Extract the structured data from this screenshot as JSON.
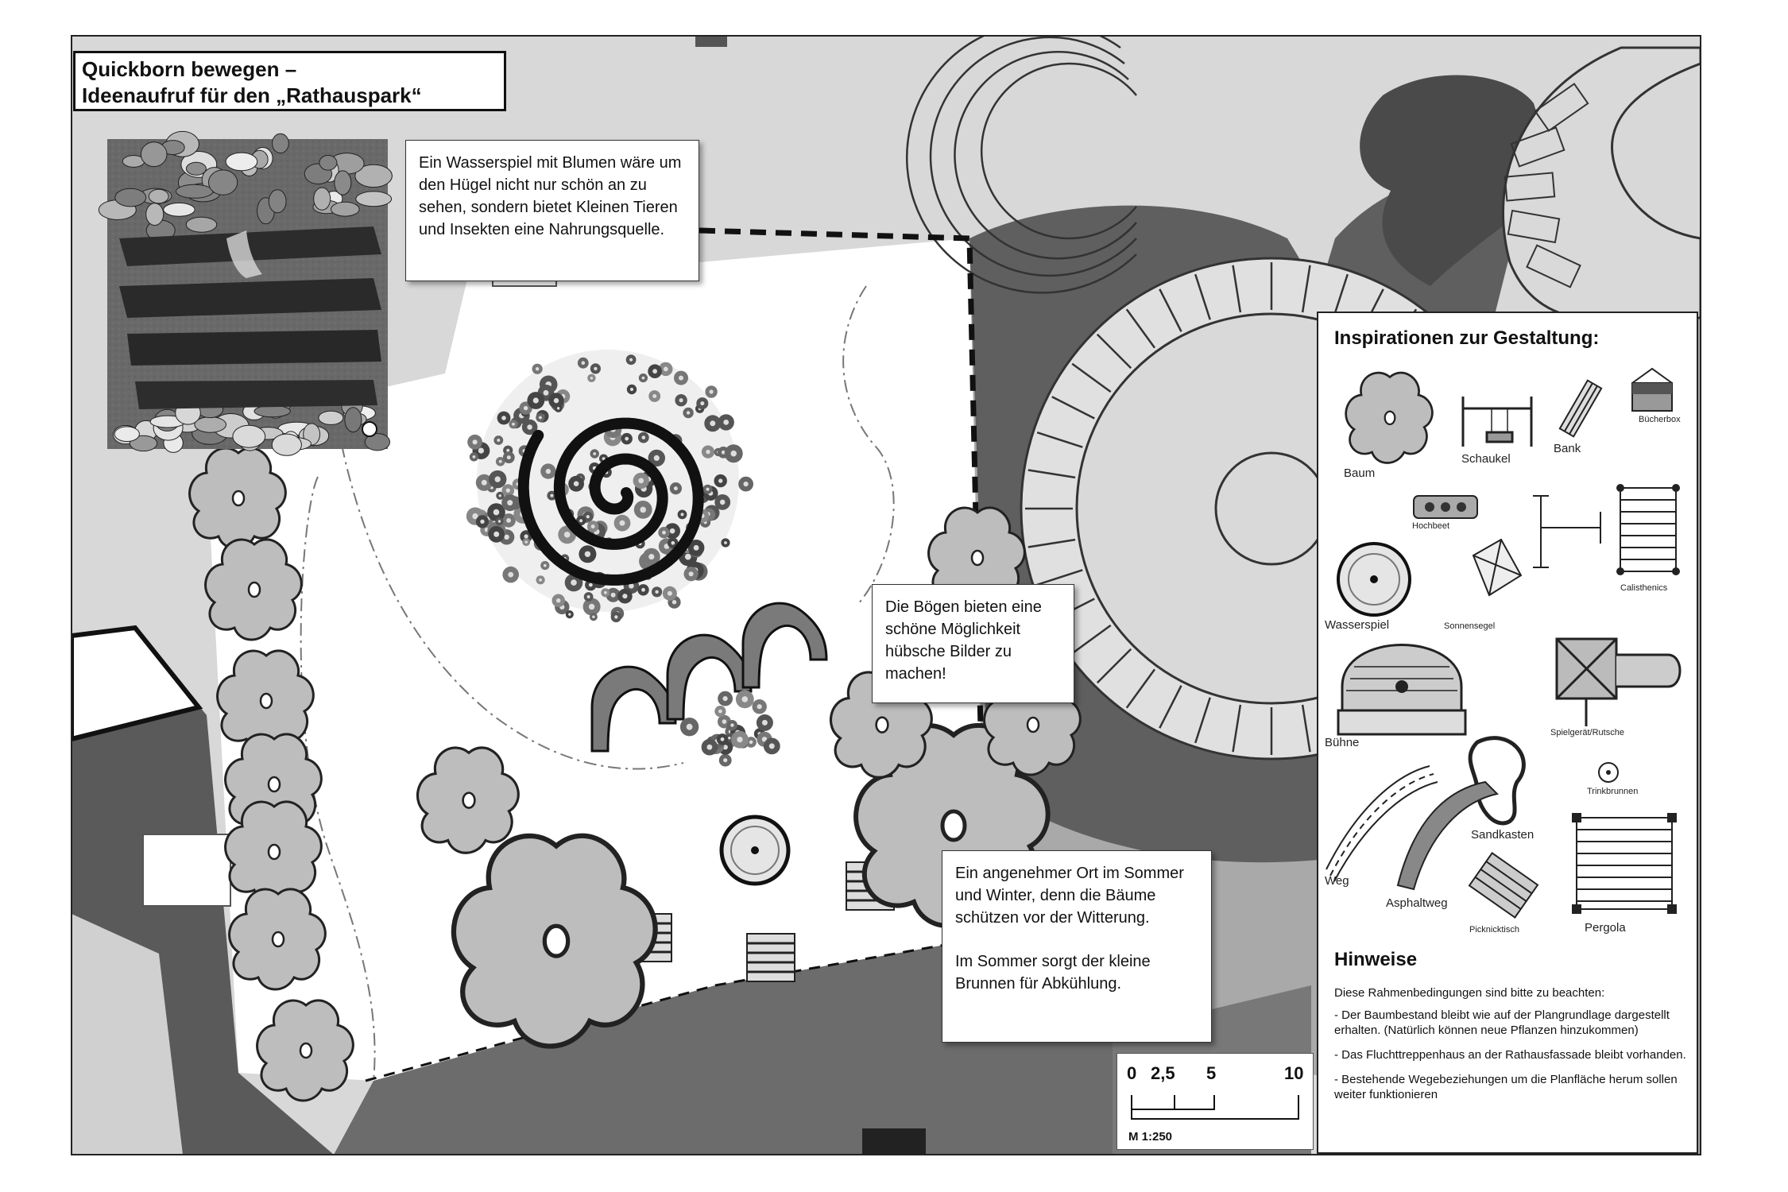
{
  "title": {
    "line1": "Quickborn bewegen –",
    "line2": "Ideenaufruf für den „Rathauspark“"
  },
  "notes": {
    "wasserspiel": "Ein Wasserspiel mit Blumen wäre um den Hügel nicht nur schön an zu sehen, sondern bietet Kleinen Tieren und Insekten eine Nahrungsquelle.",
    "boegen": "Die Bögen bieten eine schöne Möglichkeit hübsche Bilder zu machen!",
    "ort_p1": "Ein angenehmer Ort im Sommer und Winter, denn die Bäume schützen vor der Witterung.",
    "ort_p2": "Im Sommer sorgt der kleine Brunnen für Abkühlung."
  },
  "inspirationen": {
    "title": "Inspirationen zur Gestaltung:",
    "items": {
      "baum": "Baum",
      "schaukel": "Schaukel",
      "bank": "Bank",
      "buecherbox": "Bücherbox",
      "hochbeet": "Hochbeet",
      "calisthenics": "Calisthenics",
      "wasserspiel": "Wasserspiel",
      "sonnensegel": "Sonnensegel",
      "buehne": "Bühne",
      "spielgeraet": "Spielgerät/Rutsche",
      "trinkbrunnen": "Trinkbrunnen",
      "sandkasten": "Sandkasten",
      "weg": "Weg",
      "asphaltweg": "Asphaltweg",
      "picknicktisch": "Picknicktisch",
      "pergola": "Pergola"
    }
  },
  "hinweise": {
    "title": "Hinweise",
    "intro": "Diese Rahmenbedingungen sind bitte zu beachten:",
    "items": [
      "- Der Baumbestand bleibt wie auf der Plangrundlage dargestellt erhalten. (Natürlich können neue Pflanzen hinzukommen)",
      "- Das Fluchttreppenhaus an der Rathausfassade bleibt vorhanden.",
      "- Bestehende Wegebeziehungen um die Planfläche herum sollen weiter funktionieren"
    ]
  },
  "scale": {
    "ticks": [
      "0",
      "2,5",
      "5",
      "10"
    ],
    "label": "M 1:250"
  }
}
